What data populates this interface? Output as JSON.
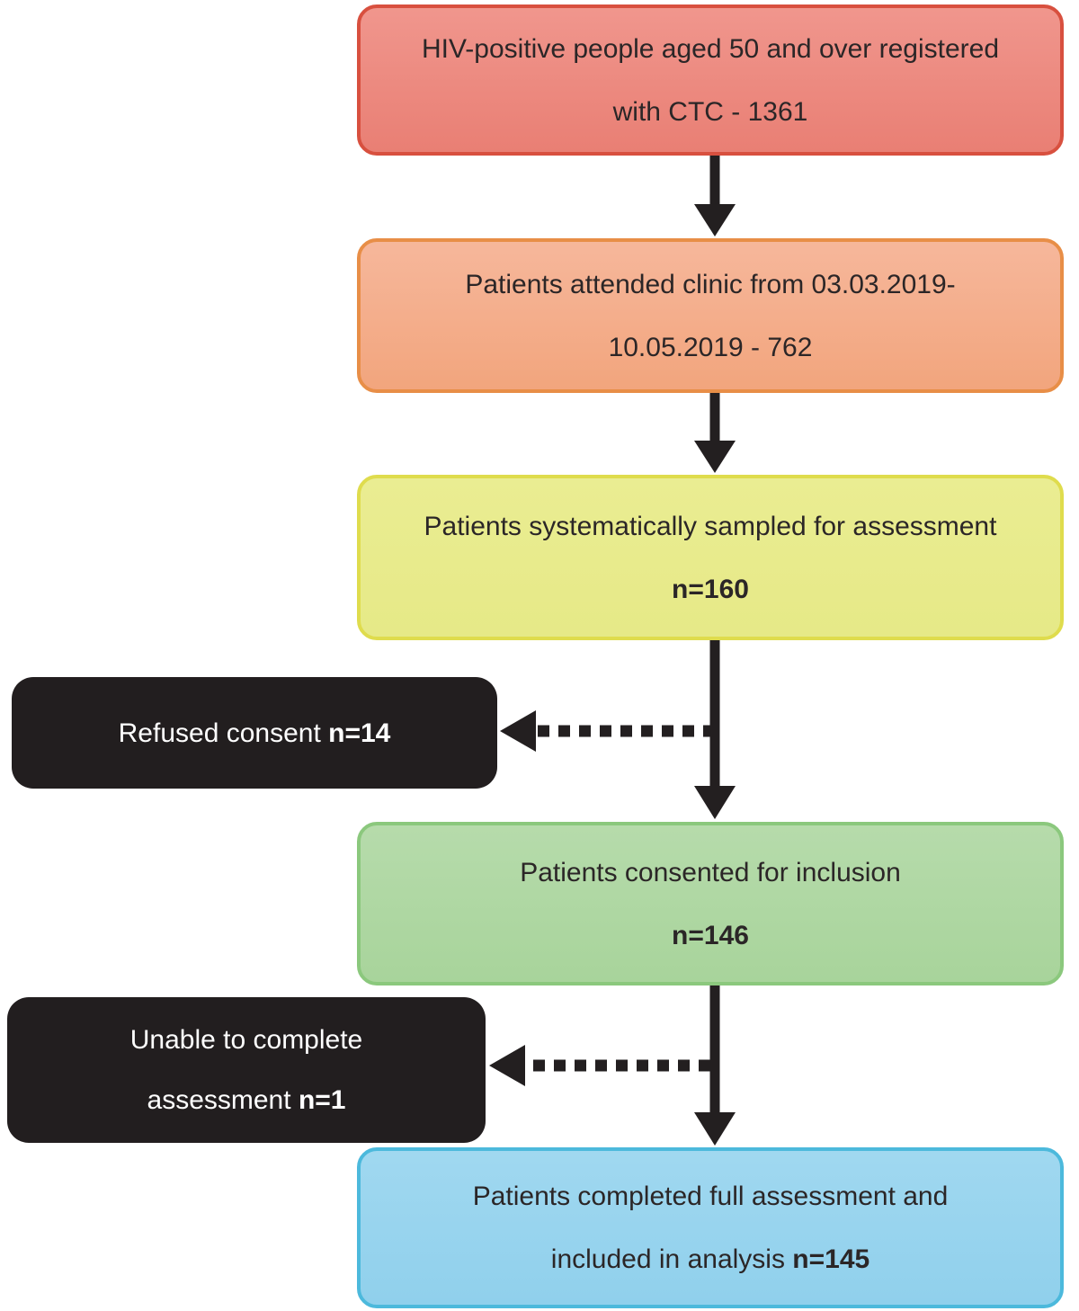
{
  "diagram": {
    "type": "study-flowchart",
    "boxes": {
      "registered": {
        "line1": "HIV-positive people aged 50 and over registered",
        "line2": "with CTC - 1361"
      },
      "attended": {
        "line1": "Patients attended clinic from 03.03.2019-",
        "line2": "10.05.2019 - 762"
      },
      "sampled": {
        "line1": "Patients systematically sampled for assessment",
        "count": "n=160"
      },
      "refused": {
        "label": "Refused consent",
        "count": "n=14"
      },
      "consented": {
        "line1": "Patients consented for inclusion",
        "count": "n=146"
      },
      "unable": {
        "line1": "Unable to complete",
        "line2_label": "assessment",
        "count": "n=1"
      },
      "completed": {
        "line1": "Patients completed full assessment and",
        "line2_label": "included in analysis",
        "count": "n=145"
      }
    },
    "colors": {
      "red": {
        "fill_top": "#F0968D",
        "fill_bottom": "#E97F74",
        "border": "#D8503F"
      },
      "orange": {
        "fill_top": "#F6B79B",
        "fill_bottom": "#F2A57D",
        "border": "#E88E47"
      },
      "yellow": {
        "fill_top": "#EAED92",
        "fill_bottom": "#E6E987",
        "border": "#DFDC4D"
      },
      "green": {
        "fill_top": "#B6DBAB",
        "fill_bottom": "#A8D49B",
        "border": "#8BC87D"
      },
      "blue": {
        "fill_top": "#A0D8F0",
        "fill_bottom": "#90D0EC",
        "border": "#4CB9DC"
      },
      "black_box": "#221E1F",
      "arrow": "#231F20",
      "text_dark": "#2B2627",
      "text_light": "#FFFFFF"
    }
  }
}
